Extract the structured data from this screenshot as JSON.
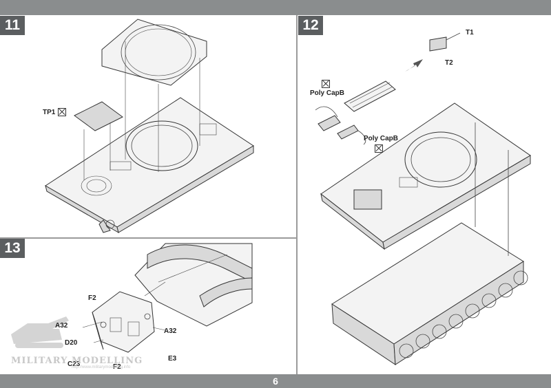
{
  "page": {
    "number": "6"
  },
  "steps": [
    {
      "number": "11",
      "callouts": [
        {
          "label": "TP1"
        }
      ]
    },
    {
      "number": "12",
      "callouts": [
        {
          "label": "T1"
        },
        {
          "label": "T2"
        },
        {
          "label": "Poly CapB"
        },
        {
          "label": "Poly CapB"
        }
      ]
    },
    {
      "number": "13",
      "callouts": [
        {
          "label": "F2"
        },
        {
          "label": "A32"
        },
        {
          "label": "D20"
        },
        {
          "label": "C23"
        },
        {
          "label": "F2"
        },
        {
          "label": "A32"
        },
        {
          "label": "E3"
        }
      ]
    }
  ],
  "watermark": {
    "text": "MILITARY MODELLING",
    "url": "http://www.militarymodelling.info"
  },
  "colors": {
    "bar": "#8a8d8e",
    "step_badge": "#5b5e60"
  },
  "icons": [
    "poly-cap-icon",
    "arrow-down-left-icon"
  ]
}
